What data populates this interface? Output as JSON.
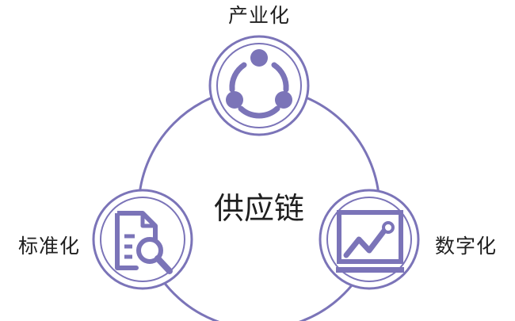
{
  "diagram": {
    "center_label": "供应链",
    "accent_color": "#7b74b8",
    "nodes": [
      {
        "label": "产业化",
        "icon": "share-nodes-icon"
      },
      {
        "label": "数字化",
        "icon": "chart-monitor-icon"
      },
      {
        "label": "标准化",
        "icon": "document-search-icon"
      }
    ]
  }
}
